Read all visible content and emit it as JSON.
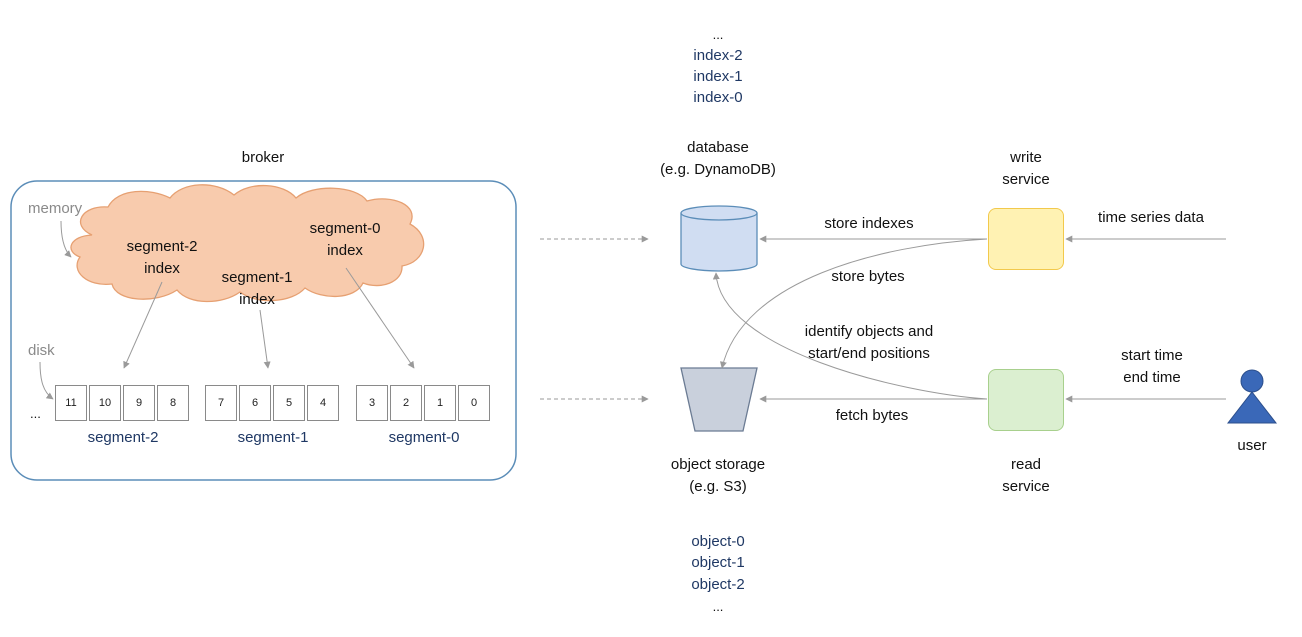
{
  "broker": {
    "title": "broker",
    "memory_label": "memory",
    "disk_label": "disk",
    "ellipsis": "...",
    "cloud_labels": {
      "seg2_line1": "segment-2",
      "seg2_line2": "index",
      "seg1_line1": "segment-1",
      "seg1_line2": "index",
      "seg0_line1": "segment-0",
      "seg0_line2": "index"
    },
    "segments": [
      {
        "name": "segment-2",
        "cells": [
          "11",
          "10",
          "9",
          "8"
        ]
      },
      {
        "name": "segment-1",
        "cells": [
          "7",
          "6",
          "5",
          "4"
        ]
      },
      {
        "name": "segment-0",
        "cells": [
          "3",
          "2",
          "1",
          "0"
        ]
      }
    ]
  },
  "database": {
    "line1": "database",
    "line2": "(e.g. DynamoDB)",
    "indexes": [
      "...",
      "index-2",
      "index-1",
      "index-0"
    ]
  },
  "object_storage": {
    "line1": "object storage",
    "line2": "(e.g. S3)",
    "objects": [
      "object-0",
      "object-1",
      "object-2",
      "..."
    ]
  },
  "write_service": {
    "line1": "write",
    "line2": "service"
  },
  "read_service": {
    "line1": "read",
    "line2": "service"
  },
  "user": {
    "label": "user"
  },
  "edges": {
    "store_indexes": "store indexes",
    "store_bytes": "store bytes",
    "identify_line1": "identify objects and",
    "identify_line2": "start/end positions",
    "fetch_bytes": "fetch bytes",
    "time_series": "time series data",
    "start_time": "start time",
    "end_time": "end time"
  },
  "colors": {
    "broker_border": "#5b8db8",
    "cloud_fill": "#f8cbad",
    "cloud_stroke": "#e6a072",
    "db_fill": "#d0ddf2",
    "db_stroke": "#5b8db8",
    "storage_fill": "#c9d0dc",
    "storage_stroke": "#6b7b93",
    "write_fill": "#fff2b3",
    "write_stroke": "#f2c94c",
    "read_fill": "#dbefd0",
    "read_stroke": "#a8d08d",
    "user_fill": "#3a68b8",
    "navy_text": "#1f3864",
    "arrow": "#9a9a9a"
  }
}
